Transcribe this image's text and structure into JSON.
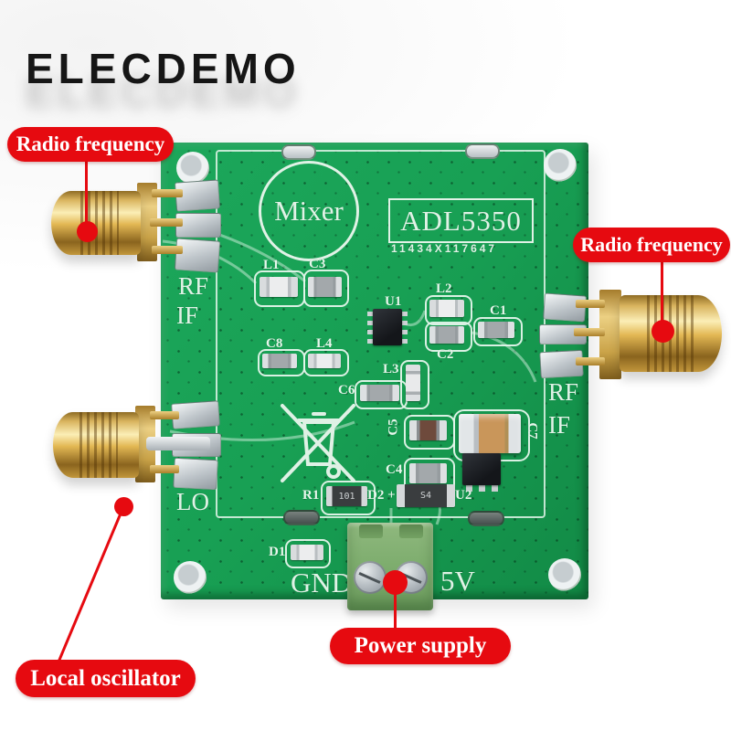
{
  "brand": "ELECDEMO",
  "annotations": {
    "rf_left": "Radio frequency",
    "rf_right": "Radio frequency",
    "local_oscillator": "Local oscillator",
    "power_supply": "Power supply"
  },
  "board": {
    "function_label": "Mixer",
    "chip_model": "ADL5350",
    "serial": "11434X117647",
    "ports": {
      "rf_left": "RF",
      "if_left": "IF",
      "rf_right": "RF",
      "if_right": "IF",
      "lo": "LO",
      "gnd": "GND",
      "v5": "5V"
    }
  },
  "components": {
    "l1": "L1",
    "c3": "C3",
    "u1": "U1",
    "l2": "L2",
    "c2": "C2",
    "c1": "C1",
    "c8": "C8",
    "l4": "L4",
    "l3": "L3",
    "c6": "C6",
    "c5": "C5",
    "c7": "C7",
    "c4": "C4",
    "u2": "U2",
    "r1": "R1",
    "d2": "D2 +",
    "d1": "D1",
    "r1_marking": "101",
    "d2_marking": "S4"
  },
  "icons": {
    "weee": "crossed-out-wheelie-bin"
  },
  "colors": {
    "annotation_red": "#e60a10",
    "pcb_green": "#18a054",
    "silkscreen": "#e0f2e6",
    "terminal_green": "#7fae6f",
    "connector_gold": "#d9b45e"
  }
}
